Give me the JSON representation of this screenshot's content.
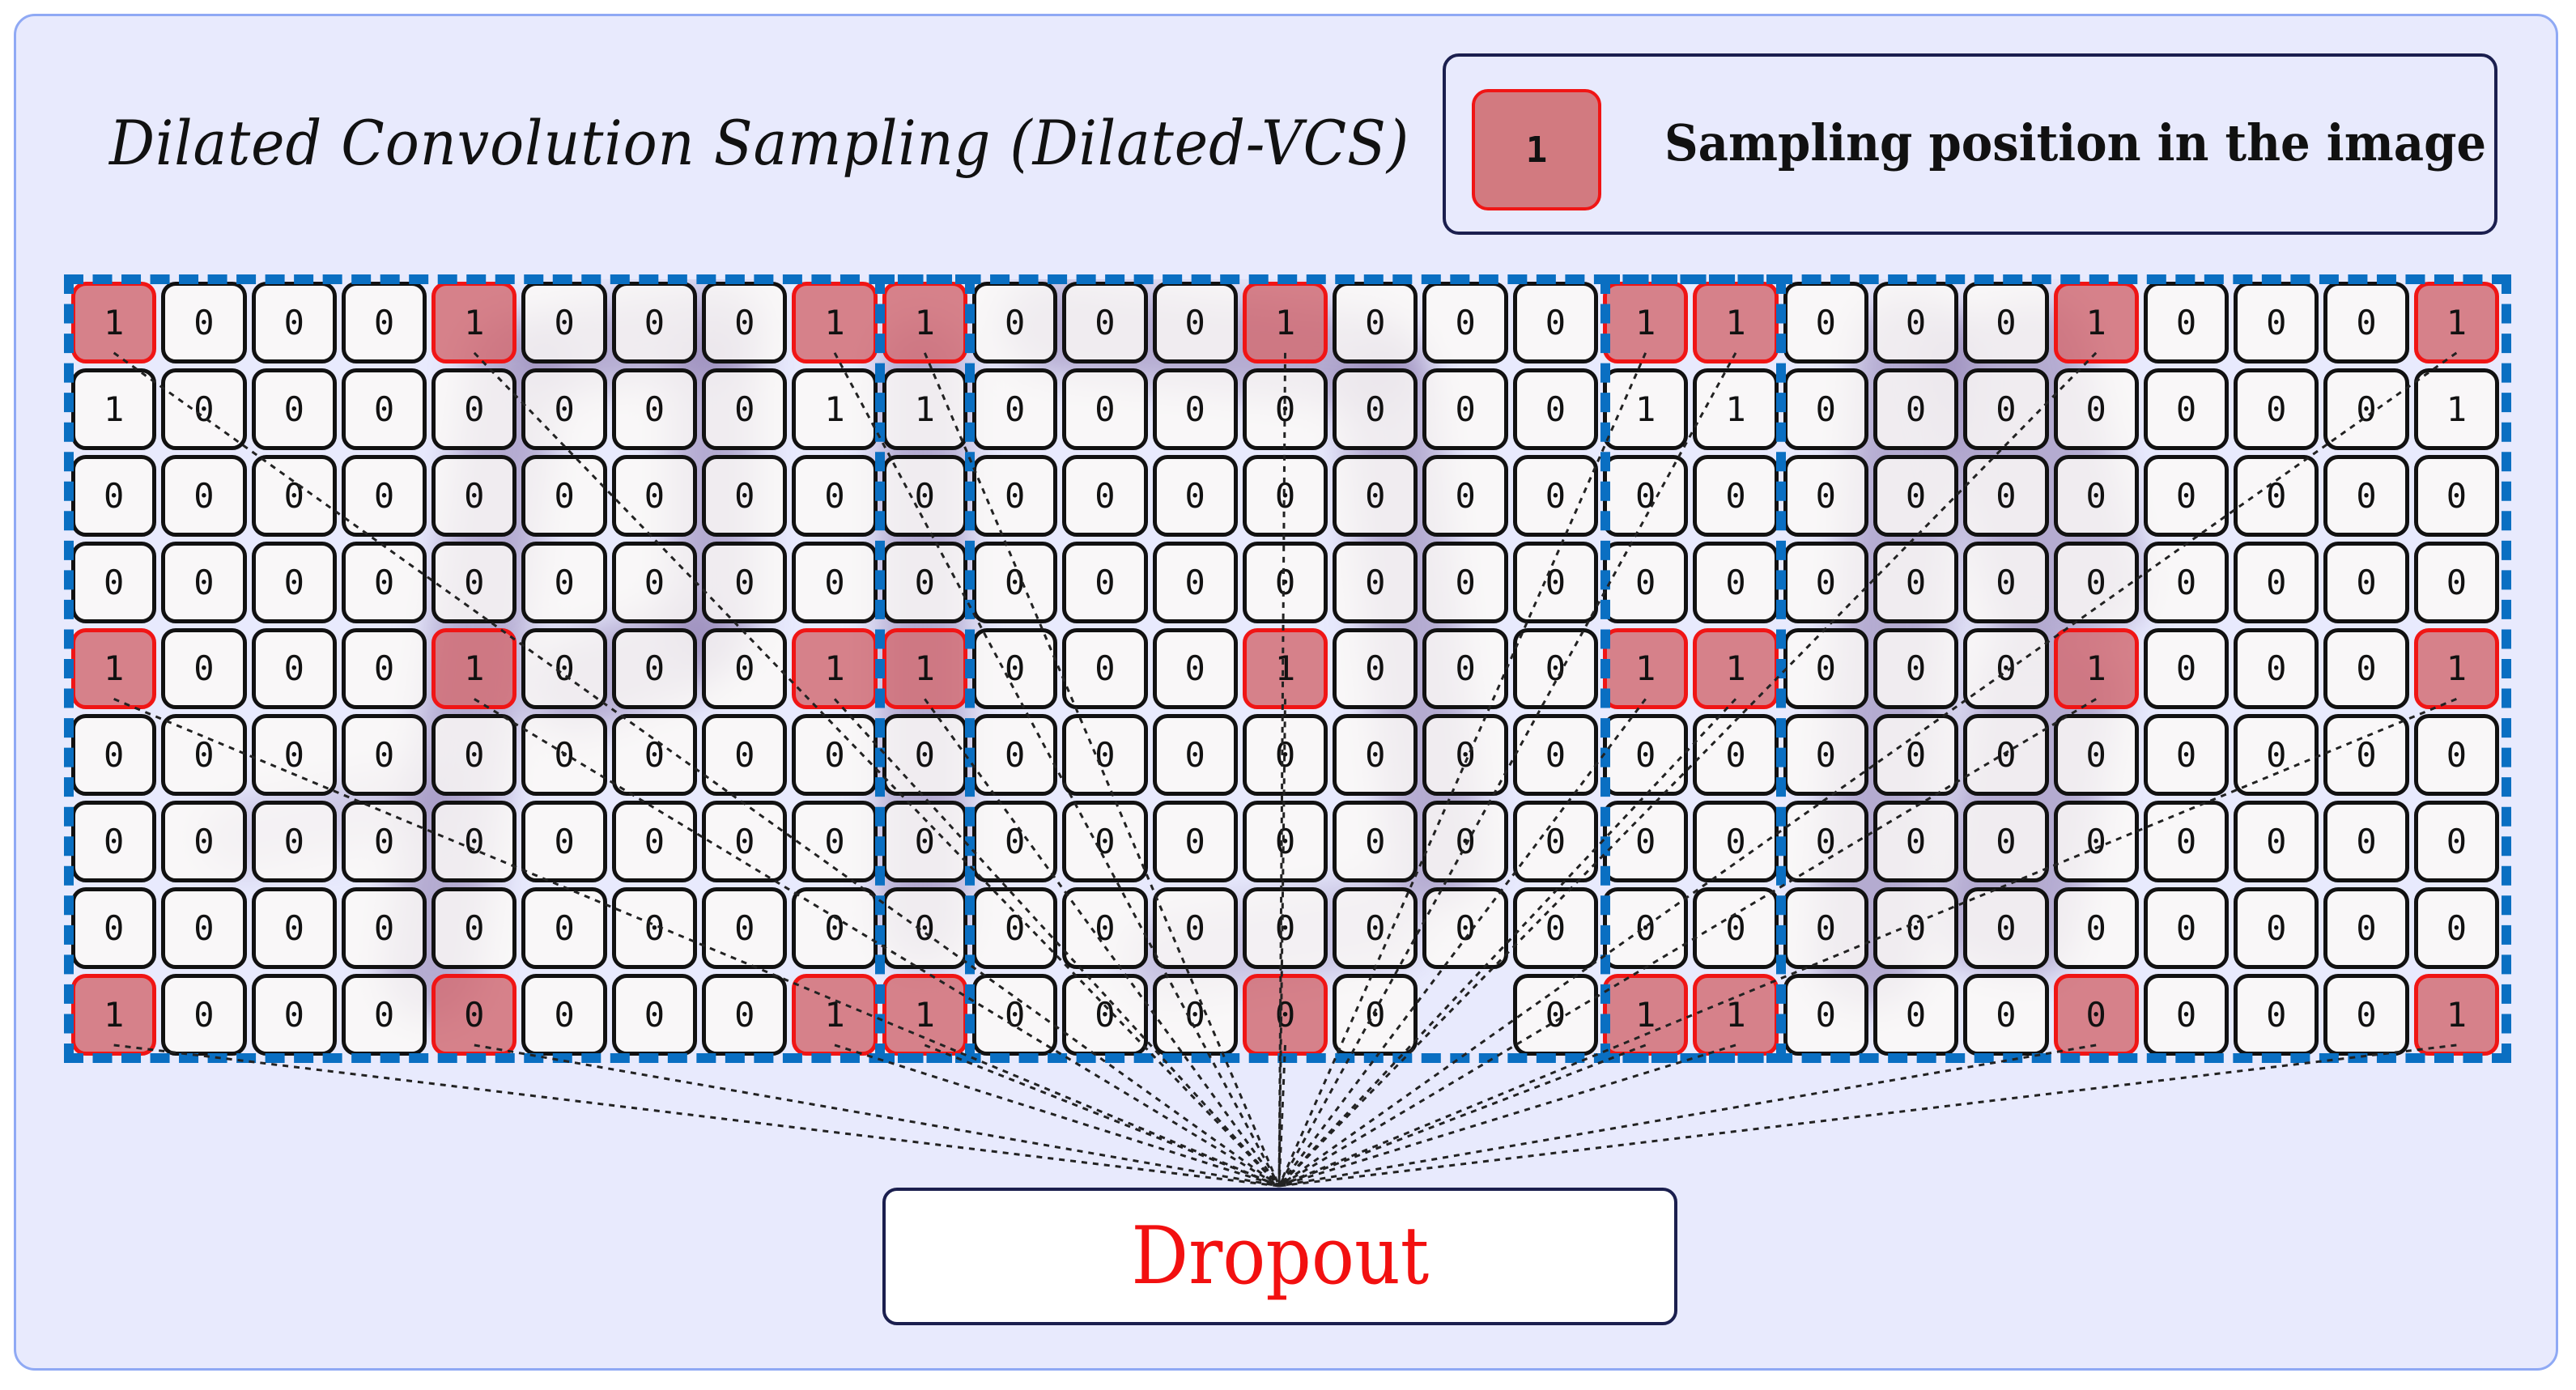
{
  "title": "Dilated Convolution Sampling (Dilated-VCS)",
  "legend": {
    "swatch_value": "1",
    "label": "Sampling position in the image",
    "swatch_fill": "#d27a80",
    "swatch_border": "#f01515"
  },
  "output_box": {
    "label": "Dropout",
    "text_color": "#f21010"
  },
  "colors": {
    "background": "#e8eafd",
    "frame_border": "#8fa9f4",
    "block_dash": "#0a6fc2",
    "sample_fill": "#d27a80",
    "sample_border": "#f01515",
    "cell_border": "#111111"
  },
  "grid": {
    "rows": 9,
    "cols_per_block": 9,
    "blocks": [
      {
        "name": "block-1",
        "values": [
          [
            "1",
            "0",
            "0",
            "0",
            "1",
            "0",
            "0",
            "0",
            "1"
          ],
          [
            "1",
            "0",
            "0",
            "0",
            "0",
            "0",
            "0",
            "0",
            "1"
          ],
          [
            "0",
            "0",
            "0",
            "0",
            "0",
            "0",
            "0",
            "0",
            "0"
          ],
          [
            "0",
            "0",
            "0",
            "0",
            "0",
            "0",
            "0",
            "0",
            "0"
          ],
          [
            "1",
            "0",
            "0",
            "0",
            "1",
            "0",
            "0",
            "0",
            "1"
          ],
          [
            "0",
            "0",
            "0",
            "0",
            "0",
            "0",
            "0",
            "0",
            "0"
          ],
          [
            "0",
            "0",
            "0",
            "0",
            "0",
            "0",
            "0",
            "0",
            "0"
          ],
          [
            "0",
            "0",
            "0",
            "0",
            "0",
            "0",
            "0",
            "0",
            "0"
          ],
          [
            "1",
            "0",
            "0",
            "0",
            "0",
            "0",
            "0",
            "0",
            "1"
          ]
        ],
        "sampled": [
          [
            0,
            0
          ],
          [
            0,
            4
          ],
          [
            0,
            8
          ],
          [
            4,
            0
          ],
          [
            4,
            4
          ],
          [
            4,
            8
          ],
          [
            8,
            0
          ],
          [
            8,
            4
          ],
          [
            8,
            8
          ]
        ]
      },
      {
        "name": "block-2",
        "values": [
          [
            "1",
            "0",
            "0",
            "0",
            "1",
            "0",
            "0",
            "0",
            "1"
          ],
          [
            "1",
            "0",
            "0",
            "0",
            "0",
            "0",
            "0",
            "0",
            "1"
          ],
          [
            "0",
            "0",
            "0",
            "0",
            "0",
            "0",
            "0",
            "0",
            "0"
          ],
          [
            "0",
            "0",
            "0",
            "0",
            "0",
            "0",
            "0",
            "0",
            "0"
          ],
          [
            "1",
            "0",
            "0",
            "0",
            "1",
            "0",
            "0",
            "0",
            "1"
          ],
          [
            "0",
            "0",
            "0",
            "0",
            "0",
            "0",
            "0",
            "0",
            "0"
          ],
          [
            "0",
            "0",
            "0",
            "0",
            "0",
            "0",
            "0",
            "0",
            "0"
          ],
          [
            "0",
            "0",
            "0",
            "0",
            "0",
            "0",
            "0",
            "0",
            "0"
          ],
          [
            "1",
            "0",
            "0",
            "0",
            "0",
            "0",
            "",
            "0",
            "1"
          ]
        ],
        "sampled": [
          [
            0,
            0
          ],
          [
            0,
            4
          ],
          [
            0,
            8
          ],
          [
            4,
            0
          ],
          [
            4,
            4
          ],
          [
            4,
            8
          ],
          [
            8,
            0
          ],
          [
            8,
            4
          ],
          [
            8,
            8
          ]
        ]
      },
      {
        "name": "block-3",
        "values": [
          [
            "1",
            "0",
            "0",
            "0",
            "1",
            "0",
            "0",
            "0",
            "1"
          ],
          [
            "1",
            "0",
            "0",
            "0",
            "0",
            "0",
            "0",
            "0",
            "1"
          ],
          [
            "0",
            "0",
            "0",
            "0",
            "0",
            "0",
            "0",
            "0",
            "0"
          ],
          [
            "0",
            "0",
            "0",
            "0",
            "0",
            "0",
            "0",
            "0",
            "0"
          ],
          [
            "1",
            "0",
            "0",
            "0",
            "1",
            "0",
            "0",
            "0",
            "1"
          ],
          [
            "0",
            "0",
            "0",
            "0",
            "0",
            "0",
            "0",
            "0",
            "0"
          ],
          [
            "0",
            "0",
            "0",
            "0",
            "0",
            "0",
            "0",
            "0",
            "0"
          ],
          [
            "0",
            "0",
            "0",
            "0",
            "0",
            "0",
            "0",
            "0",
            "0"
          ],
          [
            "1",
            "0",
            "0",
            "0",
            "0",
            "0",
            "0",
            "0",
            "1"
          ]
        ],
        "sampled": [
          [
            0,
            0
          ],
          [
            0,
            4
          ],
          [
            0,
            8
          ],
          [
            4,
            0
          ],
          [
            4,
            4
          ],
          [
            4,
            8
          ],
          [
            8,
            0
          ],
          [
            8,
            4
          ],
          [
            8,
            8
          ]
        ]
      }
    ]
  }
}
